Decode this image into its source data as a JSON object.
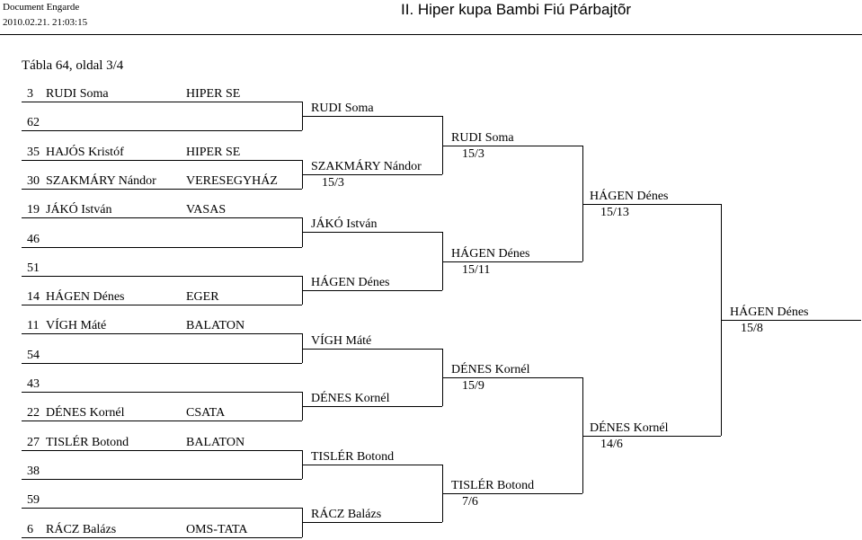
{
  "header": {
    "app": "Document Engarde",
    "datetime": "2010.02.21. 21:03:15",
    "title": "II. Hiper kupa Bambi Fiú Párbajtõr"
  },
  "table_info": "Tábla 64,   oldal 3/4",
  "entries": [
    {
      "seed": "3",
      "name": "RUDI Soma",
      "club": "HIPER SE"
    },
    {
      "seed": "62",
      "name": "",
      "club": ""
    },
    {
      "seed": "35",
      "name": "HAJÓS Kristóf",
      "club": "HIPER SE"
    },
    {
      "seed": "30",
      "name": "SZAKMÁRY Nándor",
      "club": "VERESEGYHÁZ"
    },
    {
      "seed": "19",
      "name": "JÁKÓ István",
      "club": "VASAS"
    },
    {
      "seed": "46",
      "name": "",
      "club": ""
    },
    {
      "seed": "51",
      "name": "",
      "club": ""
    },
    {
      "seed": "14",
      "name": "HÁGEN Dénes",
      "club": "EGER"
    },
    {
      "seed": "11",
      "name": "VÍGH Máté",
      "club": "BALATON"
    },
    {
      "seed": "54",
      "name": "",
      "club": ""
    },
    {
      "seed": "43",
      "name": "",
      "club": ""
    },
    {
      "seed": "22",
      "name": "DÉNES Kornél",
      "club": "CSATA"
    },
    {
      "seed": "27",
      "name": "TISLÉR Botond",
      "club": "BALATON"
    },
    {
      "seed": "38",
      "name": "",
      "club": ""
    },
    {
      "seed": "59",
      "name": "",
      "club": ""
    },
    {
      "seed": "6",
      "name": "RÁCZ Balázs",
      "club": "OMS-TATA"
    }
  ],
  "round2": [
    {
      "name": "RUDI Soma",
      "score": ""
    },
    {
      "name": "SZAKMÁRY Nándor",
      "score": "15/3"
    },
    {
      "name": "JÁKÓ István",
      "score": ""
    },
    {
      "name": "HÁGEN Dénes",
      "score": ""
    },
    {
      "name": "VÍGH Máté",
      "score": ""
    },
    {
      "name": "DÉNES Kornél",
      "score": ""
    },
    {
      "name": "TISLÉR Botond",
      "score": ""
    },
    {
      "name": "RÁCZ Balázs",
      "score": ""
    }
  ],
  "round3": [
    {
      "name": "RUDI Soma",
      "score": "15/3"
    },
    {
      "name": "HÁGEN Dénes",
      "score": "15/11"
    },
    {
      "name": "DÉNES Kornél",
      "score": "15/9"
    },
    {
      "name": "TISLÉR Botond",
      "score": "7/6"
    }
  ],
  "round4": [
    {
      "name": "HÁGEN Dénes",
      "score": "15/13"
    },
    {
      "name": "DÉNES Kornél",
      "score": "14/6"
    }
  ],
  "round5": [
    {
      "name": "HÁGEN Dénes",
      "score": "15/8"
    }
  ]
}
